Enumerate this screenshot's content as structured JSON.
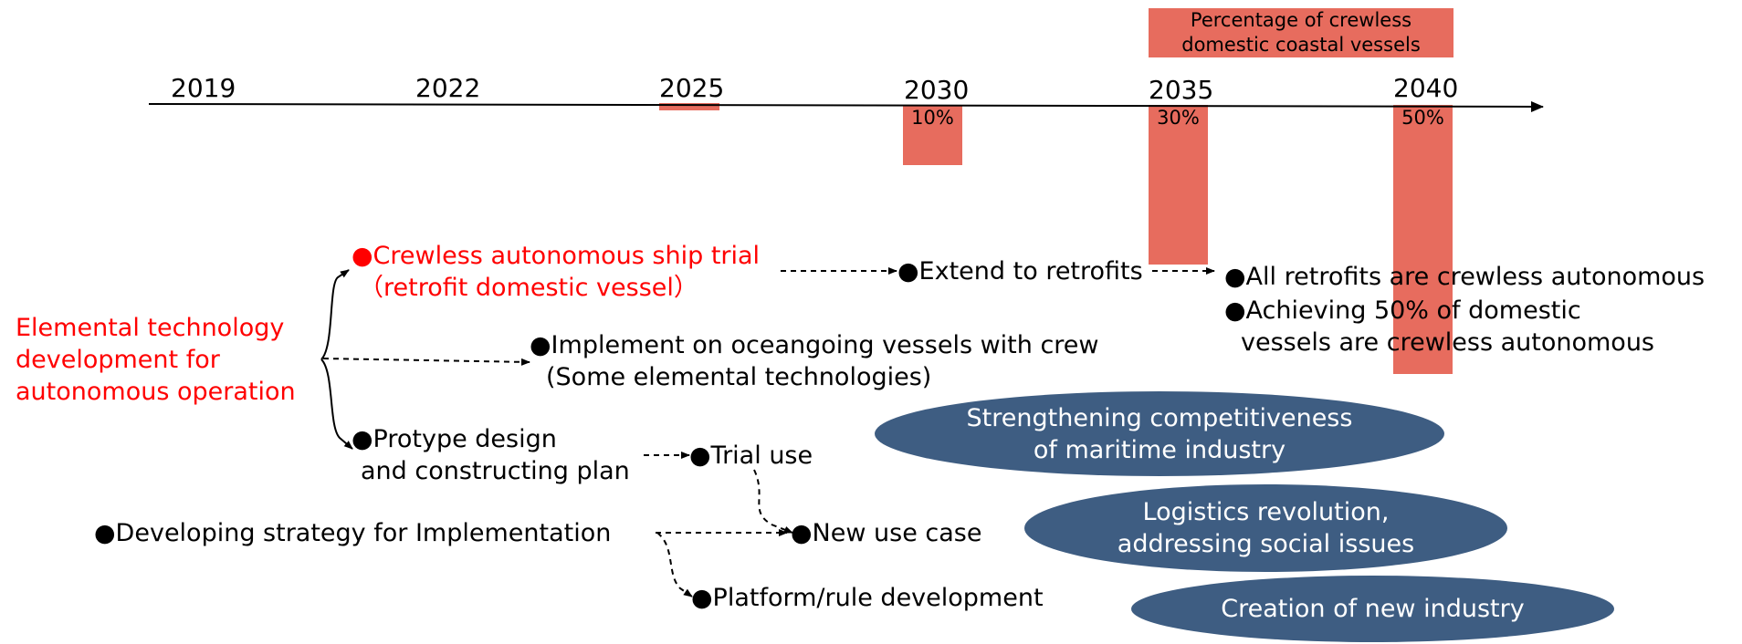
{
  "timeline": {
    "years": [
      "2019",
      "2022",
      "2025",
      "2030",
      "2035",
      "2040"
    ],
    "crewless_percentage": {
      "header": "Percentage of crewless domestic coastal vessels",
      "header_lines": [
        "Percentage of crewless",
        "domestic coastal vessels"
      ],
      "labels": [
        "10%",
        "30%",
        "50%"
      ]
    }
  },
  "items": {
    "elemental_lines": [
      "Elemental technology",
      "development for",
      "autonomous operation"
    ],
    "crewless_trial_lines": [
      "●Crewless autonomous ship trial",
      "（retrofit domestic vessel）"
    ],
    "extend_retrofits": "●Extend to retrofits",
    "all_retrofits": "●All retrofits are crewless autonomous",
    "achieving_lines": [
      "●Achieving 50% of domestic",
      "vessels are crewless autonomous"
    ],
    "implement_lines": [
      "●Implement on oceangoing vessels with crew",
      "(Some elemental technologies)"
    ],
    "prototype_lines": [
      "●Protype design",
      "and constructing plan"
    ],
    "trial_use": "●Trial use",
    "developing_strategy": "●Developing strategy for Implementation",
    "new_use_case": "●New use case",
    "platform_rule": "●Platform/rule development"
  },
  "outcomes": {
    "strengthening_lines": [
      "Strengthening competitiveness",
      "of maritime industry"
    ],
    "logistics_lines": [
      "Logistics revolution,",
      "addressing social issues"
    ],
    "creation": "Creation of new industry"
  },
  "colors": {
    "bar": "#e76c5e",
    "ellipse": "#3e5d82",
    "highlight_text": "#ff0000"
  }
}
